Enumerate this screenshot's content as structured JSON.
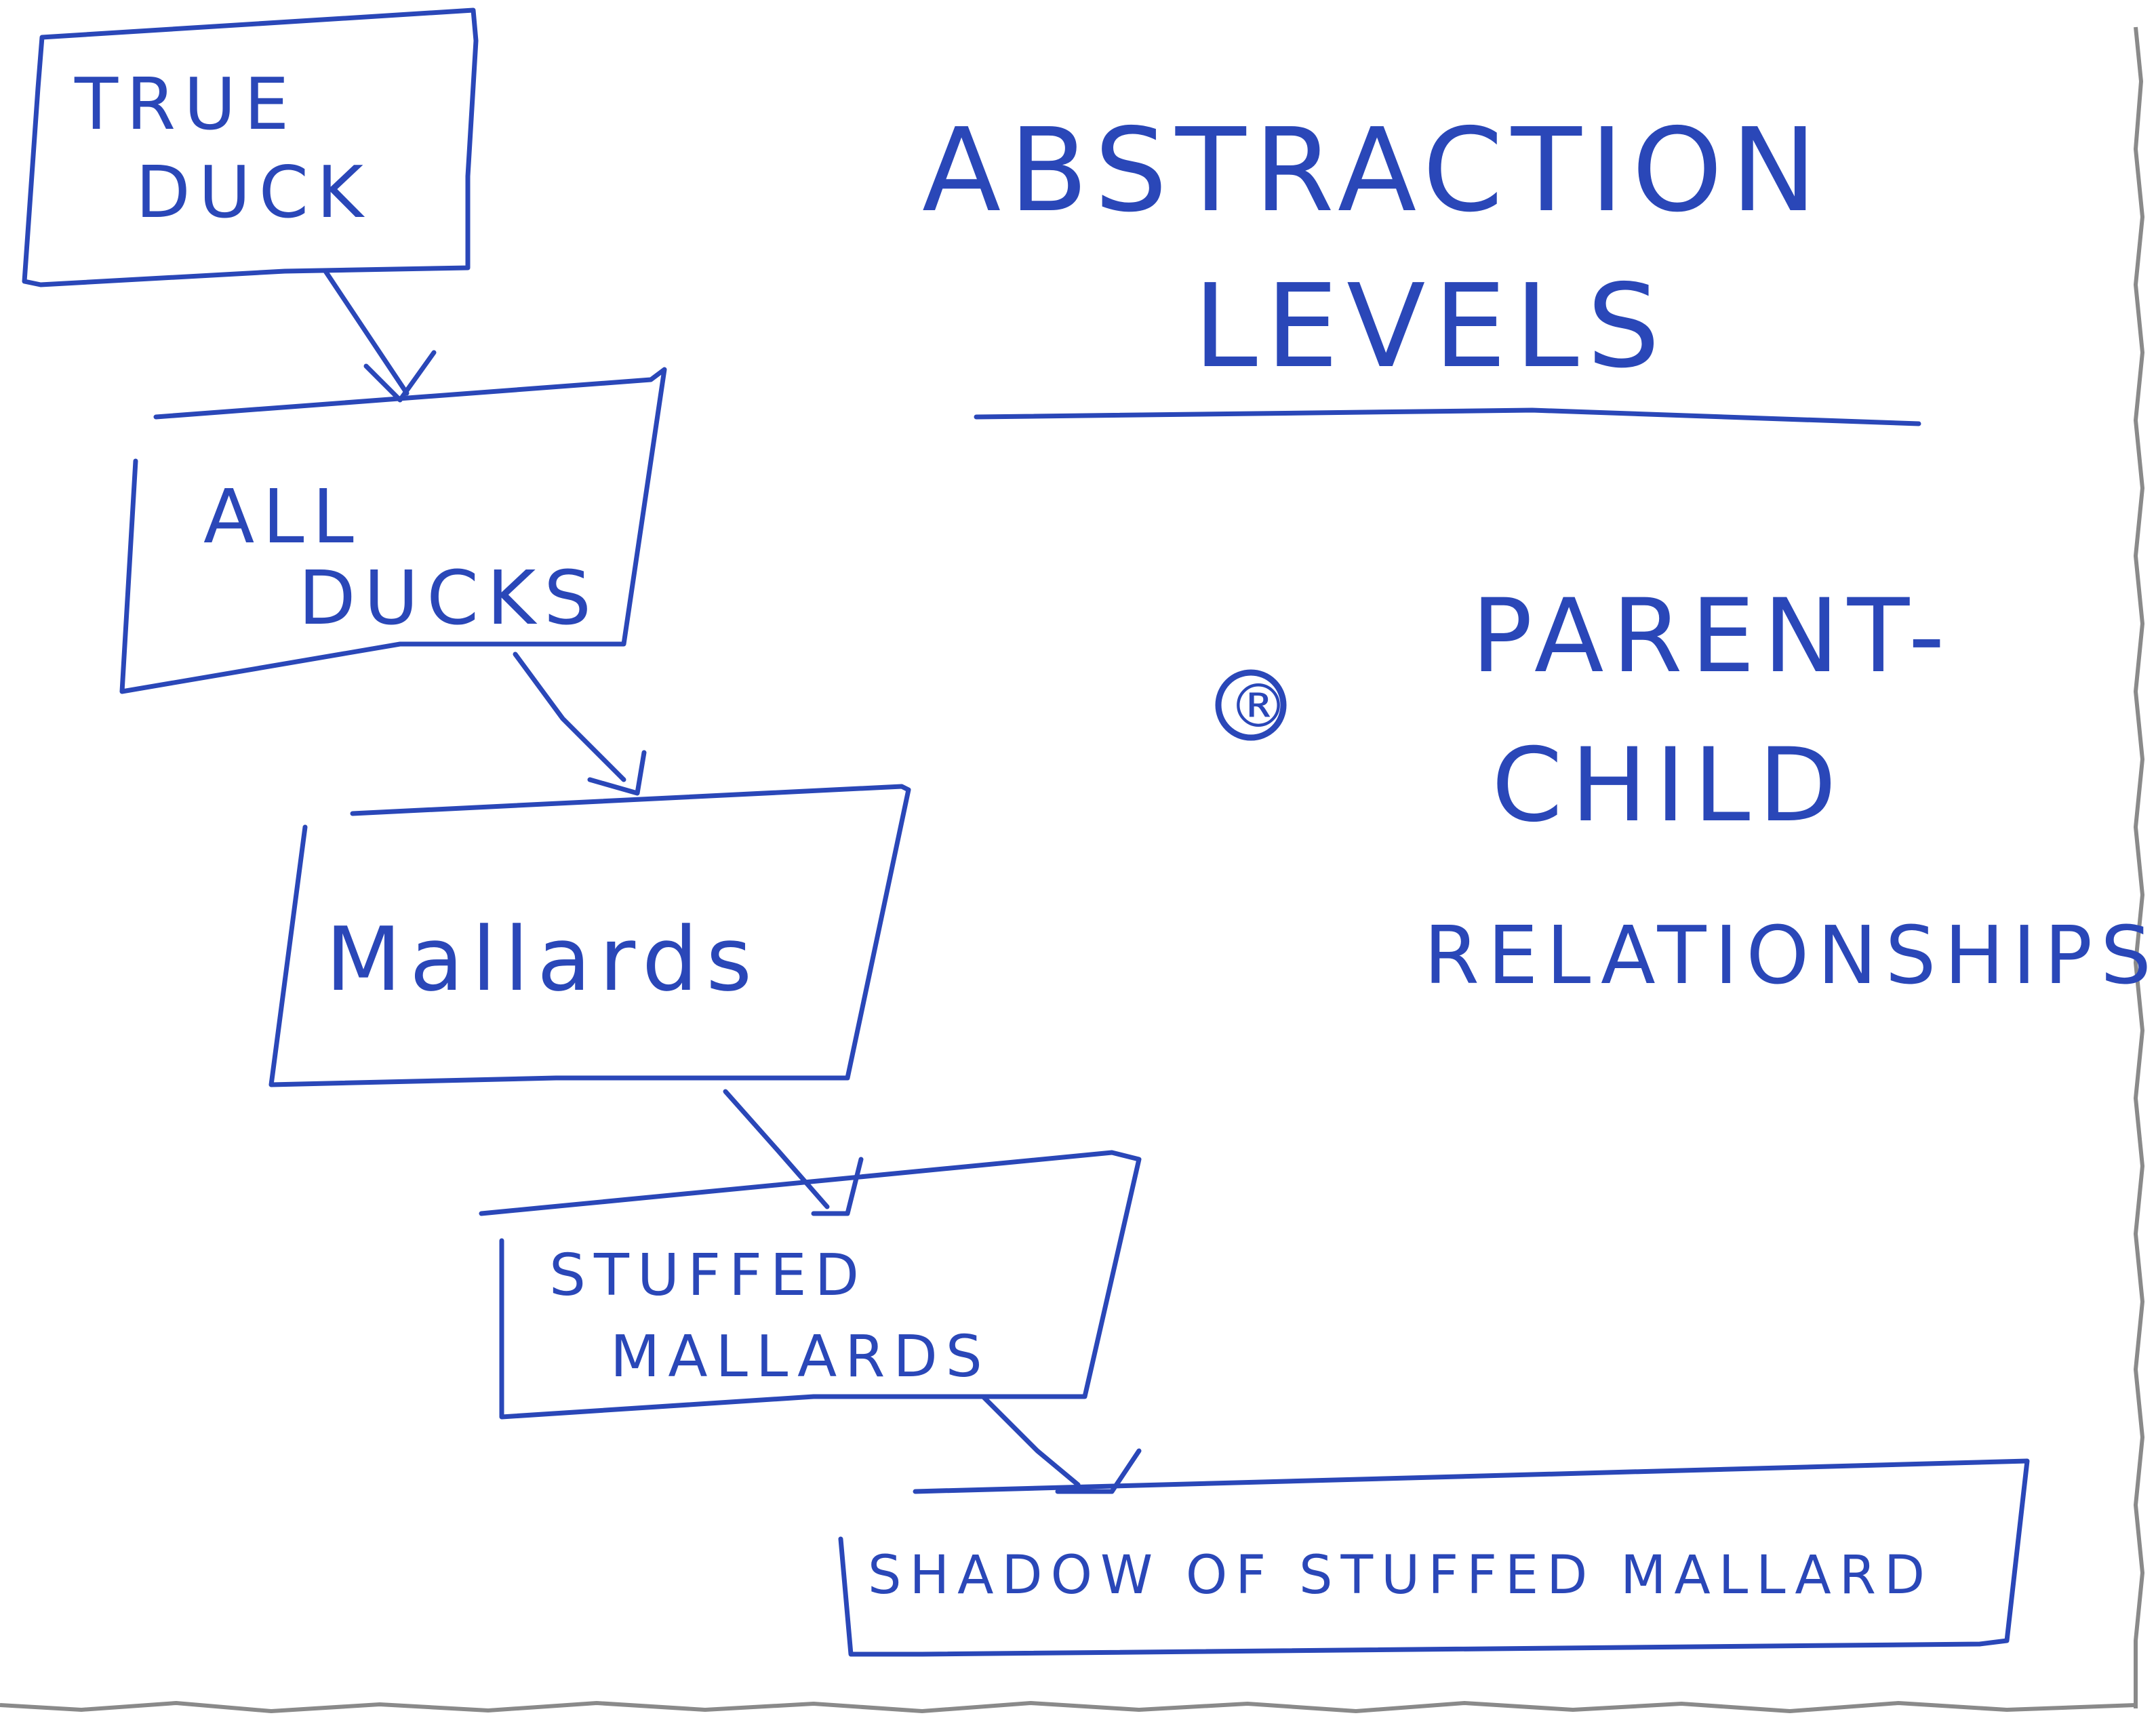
{
  "title": {
    "line1": "ABSTRACTION",
    "line2": "LEVELS"
  },
  "boxes": [
    {
      "id": "true-duck",
      "lines": [
        "TRUE",
        "DUCK"
      ]
    },
    {
      "id": "all-ducks",
      "lines": [
        "ALL",
        "DUCKS"
      ]
    },
    {
      "id": "mallards",
      "lines": [
        "Mallards"
      ]
    },
    {
      "id": "stuffed-mallards",
      "lines": [
        "STUFFED",
        "MALLARDS"
      ]
    },
    {
      "id": "shadow",
      "lines": [
        "SHADOW OF STUFFED MALLARD"
      ]
    }
  ],
  "note": {
    "symbol": "®",
    "line1": "PARENT-",
    "line2": "CHILD",
    "line3": "RELATIONSHIPS"
  },
  "colors": {
    "ink": "#2a47b8",
    "paper": "#ffffff",
    "shadow": "#666666"
  }
}
